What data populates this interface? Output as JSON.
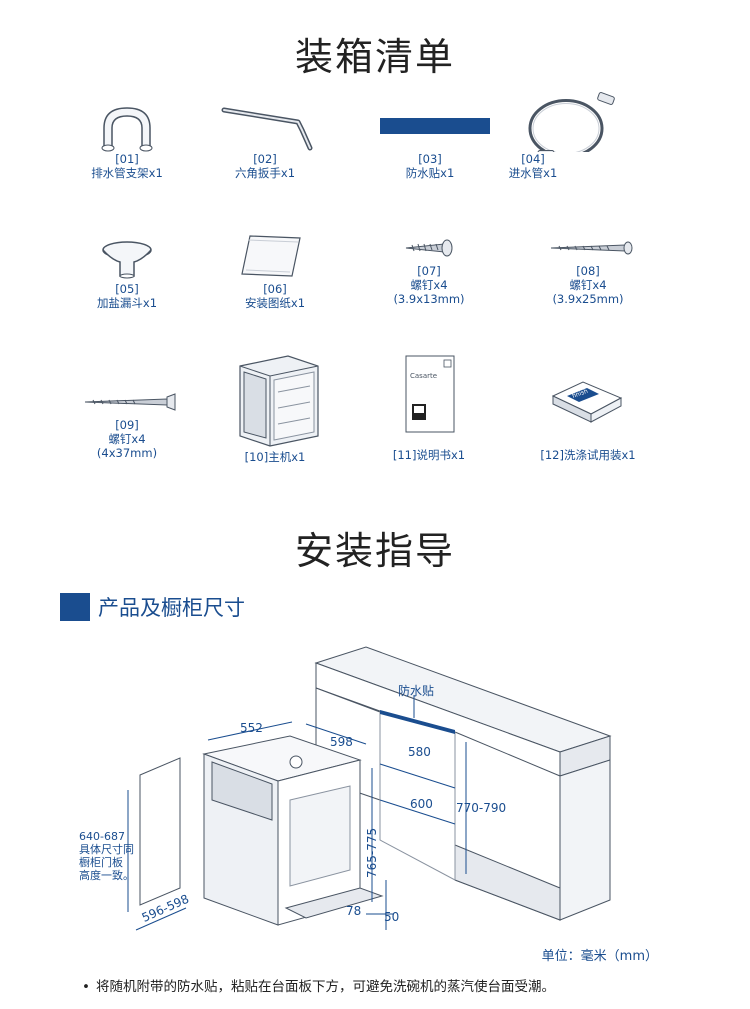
{
  "packing": {
    "title": "装箱清单",
    "items": [
      {
        "num": "[01]",
        "label": "排水管支架x1",
        "icon": "drain-bracket-icon"
      },
      {
        "num": "[02]",
        "label": "六角扳手x1",
        "icon": "hex-wrench-icon"
      },
      {
        "num": "[03]",
        "label": "防水贴x1",
        "icon": "waterproof-strip-icon"
      },
      {
        "num": "[04]",
        "label": "进水管x1",
        "icon": "inlet-hose-icon"
      },
      {
        "num": "[05]",
        "label": "加盐漏斗x1",
        "icon": "salt-funnel-icon"
      },
      {
        "num": "[06]",
        "label": "安装图纸x1",
        "icon": "install-drawing-icon"
      },
      {
        "num": "[07]",
        "label": "螺钉x4",
        "sub": "(3.9x13mm)",
        "icon": "screw-short-icon"
      },
      {
        "num": "[08]",
        "label": "螺钉x4",
        "sub": "(3.9x25mm)",
        "icon": "screw-medium-icon"
      },
      {
        "num": "[09]",
        "label": "螺钉x4",
        "sub": "(4x37mm)",
        "icon": "screw-long-icon"
      },
      {
        "label": "[10]主机x1",
        "icon": "dishwasher-unit-icon"
      },
      {
        "label": "[11]说明书x1",
        "icon": "manual-icon"
      },
      {
        "label": "[12]洗涤试用装x1",
        "icon": "detergent-sample-icon"
      }
    ]
  },
  "install": {
    "title": "安装指导",
    "section_title": "产品及橱柜尺寸",
    "manual_brand": "Casarte",
    "box_brand": "finish",
    "dims": {
      "waterproof": "防水贴",
      "d552": "552",
      "d598": "598",
      "d580": "580",
      "d600": "600",
      "d770_790": "770-790",
      "d765_775": "765-775",
      "d78": "78",
      "d50": "50",
      "panel_width": "596-598",
      "panel_note": [
        "640-687",
        "具体尺寸同",
        "橱柜门板",
        "高度一致。"
      ]
    },
    "unit": "单位：毫米（mm）",
    "footnote": "将随机附带的防水贴，粘贴在台面板下方，可避免洗碗机的蒸汽使台面受潮。"
  },
  "colors": {
    "accent": "#1a4d8f",
    "text": "#222222"
  }
}
